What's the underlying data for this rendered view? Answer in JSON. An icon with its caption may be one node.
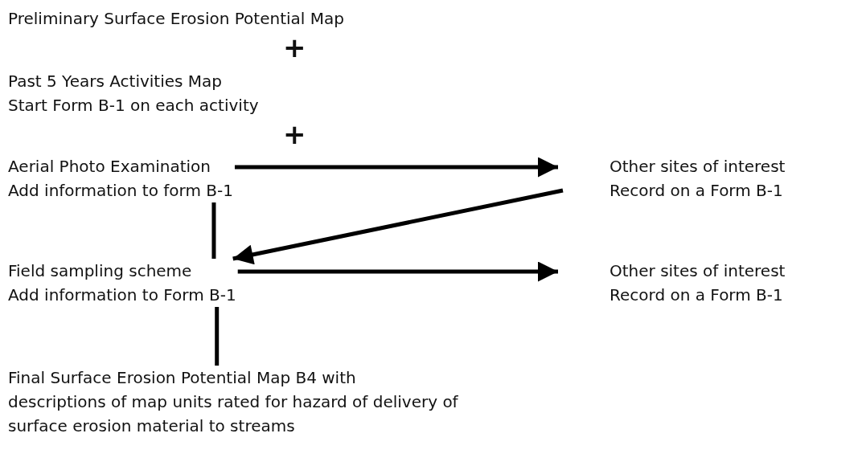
{
  "diagram": {
    "nodes": [
      {
        "text": [
          "Preliminary Surface Erosion Potential Map"
        ]
      },
      {
        "text": [
          "Past 5 Years Activities Map",
          "Start Form B-1 on each activity"
        ]
      },
      {
        "text": [
          "Aerial Photo Examination",
          "Add information to form B-1"
        ]
      },
      {
        "text": [
          "Other sites of interest",
          "Record on a Form B-1"
        ]
      },
      {
        "text": [
          "Field sampling scheme",
          "Add information to Form B-1"
        ]
      },
      {
        "text": [
          "Other sites of interest",
          "Record on a Form B-1"
        ]
      },
      {
        "text": [
          "Final Surface Erosion Potential Map B4 with descriptions of map units rated for hazard of delivery of surface erosion material to streams"
        ]
      }
    ],
    "edges": [
      {
        "from": 2,
        "to": 3,
        "arrow": "to"
      },
      {
        "from": 3,
        "to": 4,
        "arrow": "to"
      },
      {
        "from": 2,
        "to": 4,
        "arrow": "none"
      },
      {
        "from": 4,
        "to": 5,
        "arrow": "to"
      },
      {
        "from": 4,
        "to": 6,
        "arrow": "none"
      }
    ],
    "labels": [
      "+",
      "+"
    ]
  }
}
